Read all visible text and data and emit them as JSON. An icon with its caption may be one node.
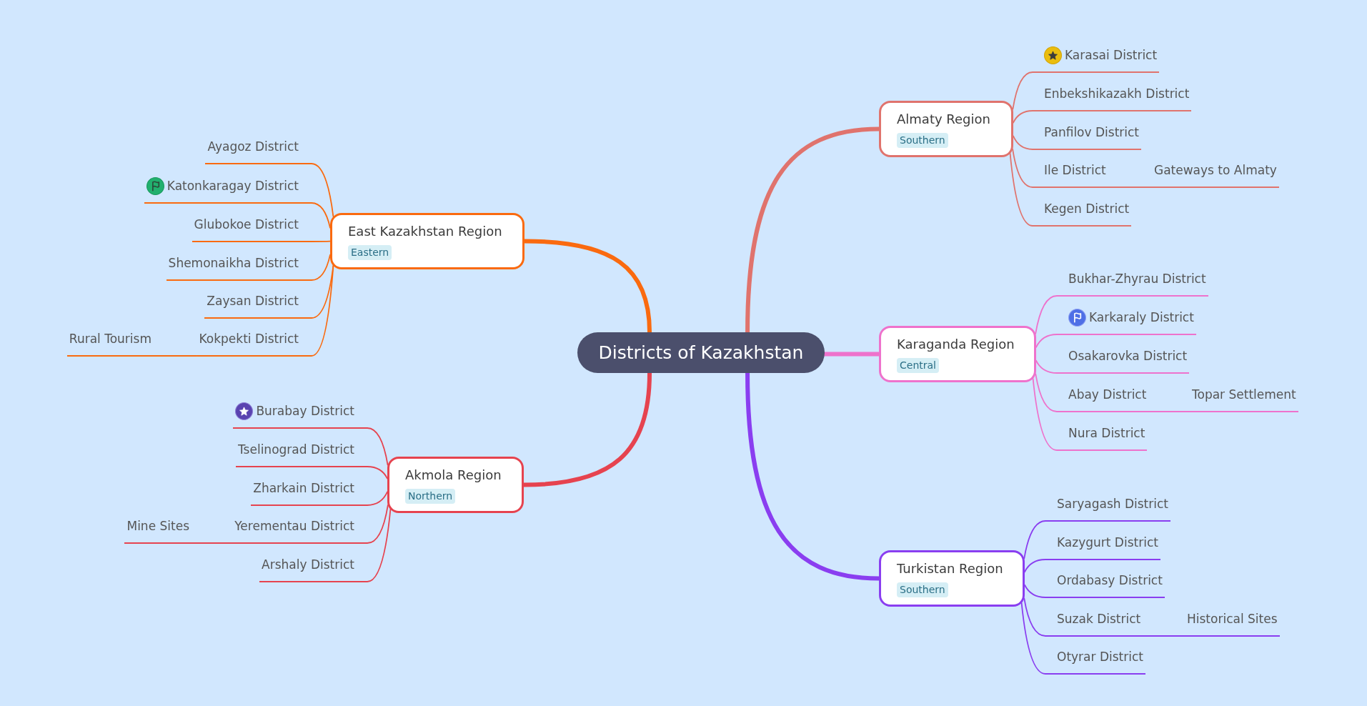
{
  "diagram": {
    "nodes": [
      {
        "text": [
          "Districts of Kazakhstan"
        ]
      },
      {
        "text": [
          "Almaty Region",
          "Southern"
        ]
      },
      {
        "text": [
          "Karasai District"
        ]
      },
      {
        "text": [
          "Enbekshikazakh District"
        ]
      },
      {
        "text": [
          "Panfilov District"
        ]
      },
      {
        "text": [
          "Ile District"
        ]
      },
      {
        "text": [
          "Kegen District"
        ]
      },
      {
        "text": [
          "Gateways to Almaty"
        ]
      },
      {
        "text": [
          "Karaganda Region",
          "Central"
        ]
      },
      {
        "text": [
          "Bukhar-Zhyrau District"
        ]
      },
      {
        "text": [
          "Karkaraly District"
        ]
      },
      {
        "text": [
          "Osakarovka District"
        ]
      },
      {
        "text": [
          "Abay District"
        ]
      },
      {
        "text": [
          "Nura District"
        ]
      },
      {
        "text": [
          "Topar Settlement"
        ]
      },
      {
        "text": [
          "Turkistan Region",
          "Southern"
        ]
      },
      {
        "text": [
          "Saryagash District"
        ]
      },
      {
        "text": [
          "Kazygurt District"
        ]
      },
      {
        "text": [
          "Ordabasy District"
        ]
      },
      {
        "text": [
          "Suzak District"
        ]
      },
      {
        "text": [
          "Otyrar District"
        ]
      },
      {
        "text": [
          "Historical Sites"
        ]
      },
      {
        "text": [
          "East Kazakhstan Region",
          "Eastern"
        ]
      },
      {
        "text": [
          "Ayagoz District"
        ]
      },
      {
        "text": [
          "Katonkaragay District"
        ]
      },
      {
        "text": [
          "Glubokoe District"
        ]
      },
      {
        "text": [
          "Shemonaikha District"
        ]
      },
      {
        "text": [
          "Zaysan District"
        ]
      },
      {
        "text": [
          "Kokpekti District"
        ]
      },
      {
        "text": [
          "Rural Tourism"
        ]
      },
      {
        "text": [
          "Akmola Region",
          "Northern"
        ]
      },
      {
        "text": [
          "Burabay District"
        ]
      },
      {
        "text": [
          "Tselinograd District"
        ]
      },
      {
        "text": [
          "Zharkain District"
        ]
      },
      {
        "text": [
          "Yerementau District"
        ]
      },
      {
        "text": [
          "Arshaly District"
        ]
      },
      {
        "text": [
          "Mine Sites"
        ]
      }
    ],
    "edges": [
      {
        "from": 0,
        "to": 1,
        "arrow": "none",
        "style": "thick",
        "color": "#e0736d"
      },
      {
        "from": 0,
        "to": 8,
        "arrow": "none",
        "style": "thick",
        "color": "#ee72cc"
      },
      {
        "from": 0,
        "to": 15,
        "arrow": "none",
        "style": "thick",
        "color": "#8a3ef0"
      },
      {
        "from": 0,
        "to": 22,
        "arrow": "none",
        "style": "thick",
        "color": "#fa6a0f"
      },
      {
        "from": 0,
        "to": 30,
        "arrow": "none",
        "style": "thick",
        "color": "#e6434f"
      },
      {
        "from": 1,
        "to": 2,
        "arrow": "none",
        "color": "#e0736d"
      },
      {
        "from": 1,
        "to": 3,
        "arrow": "none",
        "color": "#e0736d"
      },
      {
        "from": 1,
        "to": 4,
        "arrow": "none",
        "color": "#e0736d"
      },
      {
        "from": 1,
        "to": 5,
        "arrow": "none",
        "color": "#e0736d"
      },
      {
        "from": 1,
        "to": 6,
        "arrow": "none",
        "color": "#e0736d"
      },
      {
        "from": 5,
        "to": 7,
        "arrow": "none",
        "color": "#e0736d"
      },
      {
        "from": 8,
        "to": 9,
        "arrow": "none",
        "color": "#ee72cc"
      },
      {
        "from": 8,
        "to": 10,
        "arrow": "none",
        "color": "#ee72cc"
      },
      {
        "from": 8,
        "to": 11,
        "arrow": "none",
        "color": "#ee72cc"
      },
      {
        "from": 8,
        "to": 12,
        "arrow": "none",
        "color": "#ee72cc"
      },
      {
        "from": 8,
        "to": 13,
        "arrow": "none",
        "color": "#ee72cc"
      },
      {
        "from": 12,
        "to": 14,
        "arrow": "none",
        "color": "#ee72cc"
      },
      {
        "from": 15,
        "to": 16,
        "arrow": "none",
        "color": "#8a3ef0"
      },
      {
        "from": 15,
        "to": 17,
        "arrow": "none",
        "color": "#8a3ef0"
      },
      {
        "from": 15,
        "to": 18,
        "arrow": "none",
        "color": "#8a3ef0"
      },
      {
        "from": 15,
        "to": 19,
        "arrow": "none",
        "color": "#8a3ef0"
      },
      {
        "from": 15,
        "to": 20,
        "arrow": "none",
        "color": "#8a3ef0"
      },
      {
        "from": 19,
        "to": 21,
        "arrow": "none",
        "color": "#8a3ef0"
      },
      {
        "from": 22,
        "to": 23,
        "arrow": "none",
        "color": "#fa6a0f"
      },
      {
        "from": 22,
        "to": 24,
        "arrow": "none",
        "color": "#fa6a0f"
      },
      {
        "from": 22,
        "to": 25,
        "arrow": "none",
        "color": "#fa6a0f"
      },
      {
        "from": 22,
        "to": 26,
        "arrow": "none",
        "color": "#fa6a0f"
      },
      {
        "from": 22,
        "to": 27,
        "arrow": "none",
        "color": "#fa6a0f"
      },
      {
        "from": 22,
        "to": 28,
        "arrow": "none",
        "color": "#fa6a0f"
      },
      {
        "from": 28,
        "to": 29,
        "arrow": "none",
        "color": "#fa6a0f"
      },
      {
        "from": 30,
        "to": 31,
        "arrow": "none",
        "color": "#e6434f"
      },
      {
        "from": 30,
        "to": 32,
        "arrow": "none",
        "color": "#e6434f"
      },
      {
        "from": 30,
        "to": 33,
        "arrow": "none",
        "color": "#e6434f"
      },
      {
        "from": 30,
        "to": 34,
        "arrow": "none",
        "color": "#e6434f"
      },
      {
        "from": 30,
        "to": 35,
        "arrow": "none",
        "color": "#e6434f"
      },
      {
        "from": 34,
        "to": 36,
        "arrow": "none",
        "color": "#e6434f"
      }
    ]
  }
}
